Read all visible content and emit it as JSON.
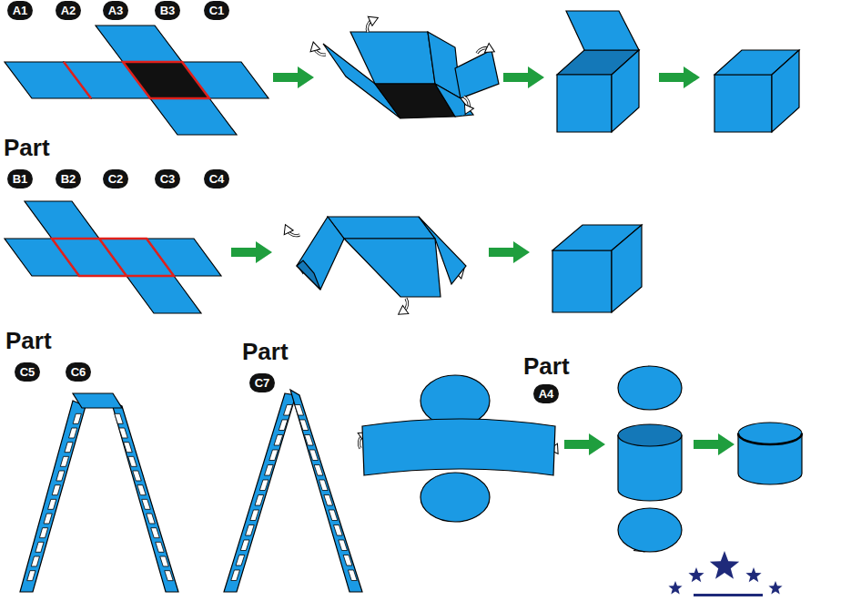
{
  "diagram": {
    "labels": [
      "A1",
      "A2",
      "A3",
      "B3",
      "C1",
      "Part",
      "B1",
      "B2",
      "C2",
      "C3",
      "C4",
      "Part",
      "C5",
      "C6",
      "Part",
      "C7",
      "Part",
      "A4"
    ]
  }
}
